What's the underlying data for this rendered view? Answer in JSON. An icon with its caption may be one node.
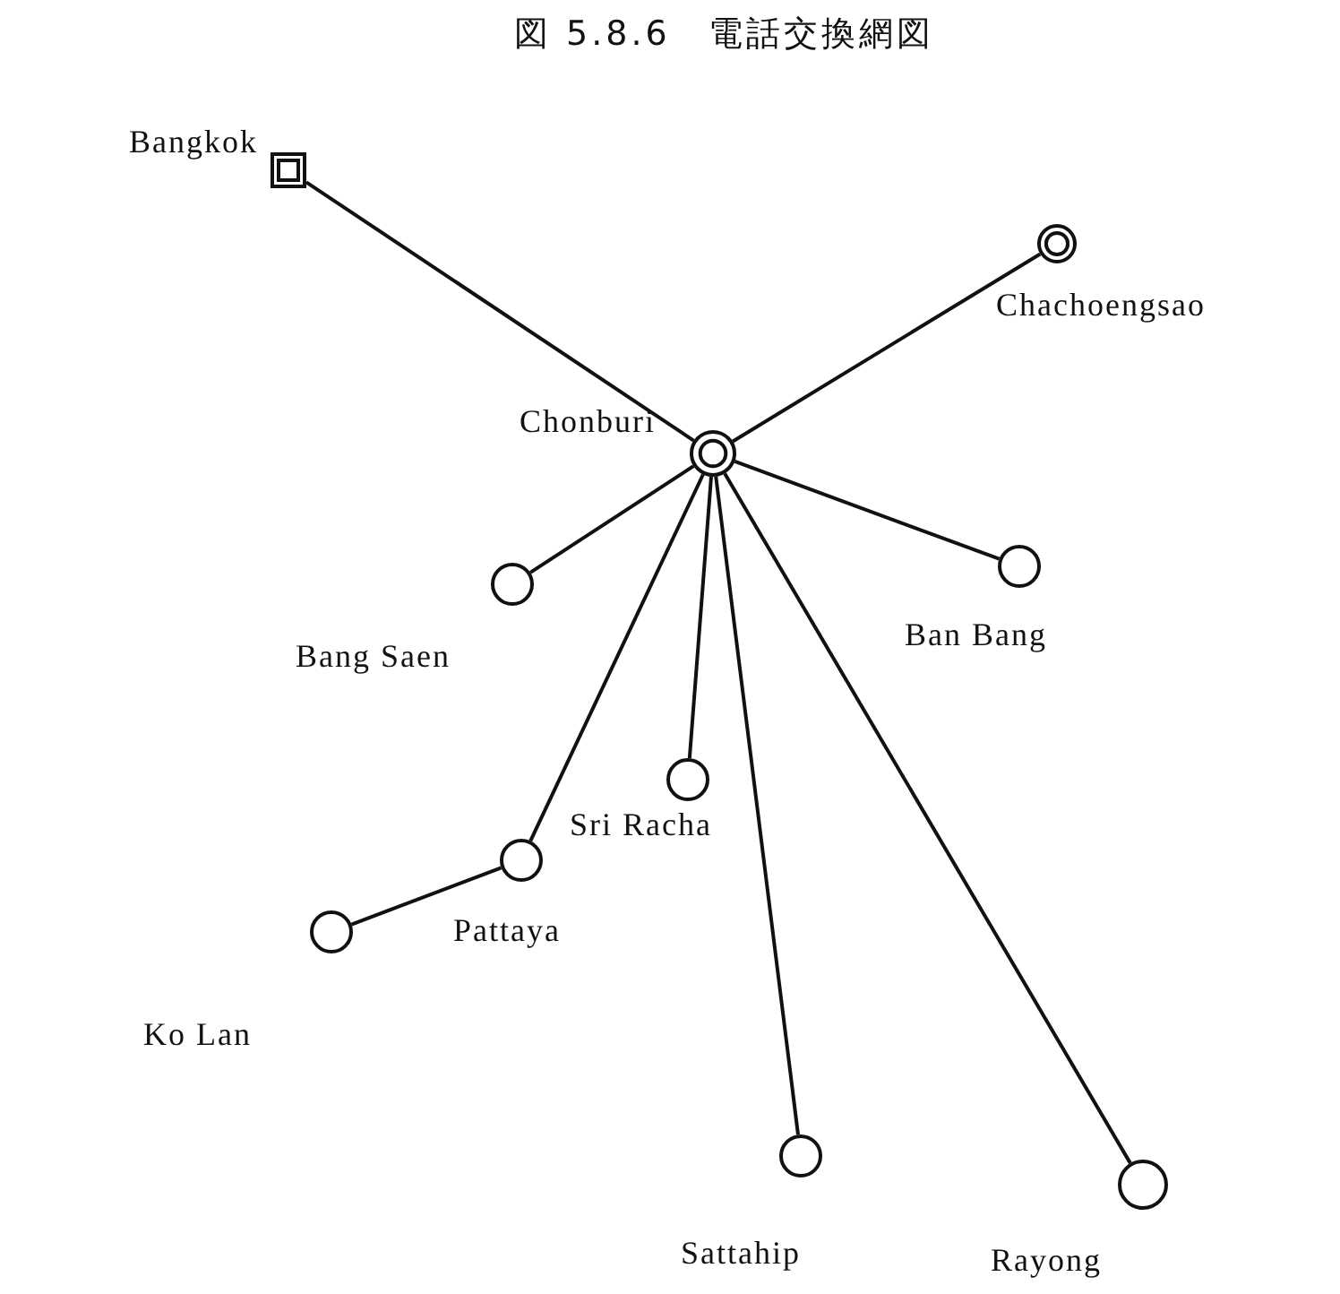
{
  "diagram": {
    "title": "図 5.8.6　電話交換網図",
    "nodes": [
      {
        "text": [],
        "shape": "box",
        "beside": [
          "Bangkok"
        ]
      },
      {
        "text": [],
        "shape": "ring",
        "beside": [
          "Chachoengsao"
        ]
      },
      {
        "text": [],
        "shape": "ring",
        "beside": [
          "Chonburi"
        ]
      },
      {
        "text": [],
        "shape": "circle",
        "beside": [
          "Bang Saen"
        ]
      },
      {
        "text": [],
        "shape": "circle",
        "beside": [
          "Ban Bang"
        ]
      },
      {
        "text": [],
        "shape": "circle",
        "beside": [
          "Sri Racha"
        ]
      },
      {
        "text": [],
        "shape": "circle",
        "beside": [
          "Pattaya"
        ]
      },
      {
        "text": [],
        "shape": "circle",
        "beside": [
          "Ko Lan"
        ]
      },
      {
        "text": [],
        "shape": "circle",
        "beside": [
          "Sattahip"
        ]
      },
      {
        "text": [],
        "shape": "circle",
        "beside": [
          "Rayong"
        ]
      }
    ],
    "edges": [
      {
        "from": 0,
        "to": 2,
        "arrow": "none"
      },
      {
        "from": 1,
        "to": 2,
        "arrow": "none"
      },
      {
        "from": 2,
        "to": 3,
        "arrow": "none"
      },
      {
        "from": 2,
        "to": 4,
        "arrow": "none"
      },
      {
        "from": 2,
        "to": 5,
        "arrow": "none"
      },
      {
        "from": 2,
        "to": 6,
        "arrow": "none"
      },
      {
        "from": 2,
        "to": 8,
        "arrow": "none"
      },
      {
        "from": 2,
        "to": 9,
        "arrow": "none"
      },
      {
        "from": 6,
        "to": 7,
        "arrow": "none"
      }
    ]
  }
}
